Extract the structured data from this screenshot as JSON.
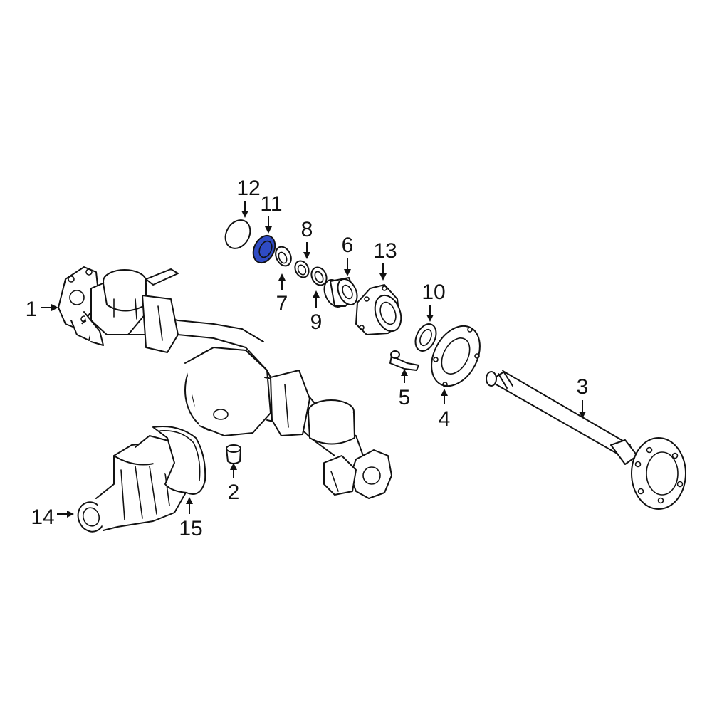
{
  "diagram": {
    "highlight_color": "#2f4bc4",
    "line_color": "#111111",
    "background_color": "#ffffff",
    "highlighted_part": "11",
    "callouts": [
      "1",
      "2",
      "3",
      "4",
      "5",
      "6",
      "7",
      "8",
      "9",
      "10",
      "11",
      "12",
      "13",
      "14",
      "15"
    ]
  }
}
